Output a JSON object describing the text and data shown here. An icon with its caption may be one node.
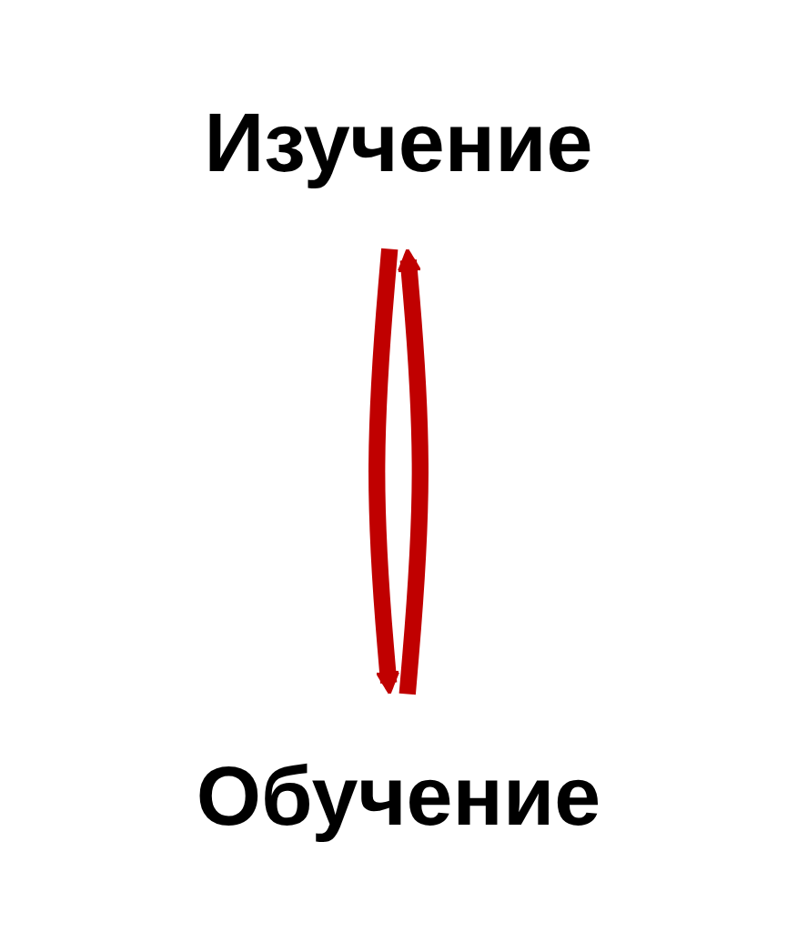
{
  "diagram": {
    "nodes": [
      {
        "text": [
          "Изучение"
        ]
      },
      {
        "text": [
          "Обучение"
        ]
      }
    ],
    "edges": [
      {
        "from": 0,
        "to": 1,
        "arrow": "to"
      },
      {
        "from": 1,
        "to": 0,
        "arrow": "to"
      }
    ]
  }
}
